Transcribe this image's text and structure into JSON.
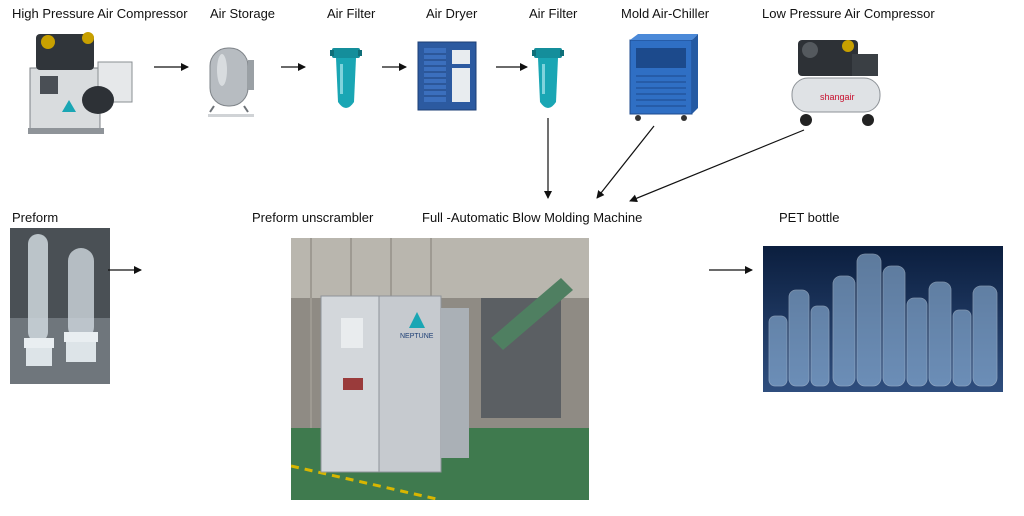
{
  "labels": {
    "high_pressure_compressor": "High Pressure Air Compressor",
    "air_storage": "Air Storage",
    "air_filter_1": "Air Filter",
    "air_dryer": "Air Dryer",
    "air_filter_2": "Air Filter",
    "mold_air_chiller": "Mold Air-Chiller",
    "low_pressure_compressor": "Low Pressure Air Compressor",
    "preform": "Preform",
    "preform_unscrambler": "Preform unscrambler",
    "blow_molding_machine": "Full -Automatic Blow Molding Machine",
    "pet_bottle": "PET bottle"
  },
  "brand_text": {
    "machine_brand": "NEPTUNE",
    "compressor_brand": "shangair"
  },
  "colors": {
    "arrow": "#111111",
    "filter_cyan": "#1aa6b4",
    "dryer_blue": "#2c5aa0",
    "chiller_blue": "#2f6fc4",
    "machine_gray": "#b9bec4"
  }
}
